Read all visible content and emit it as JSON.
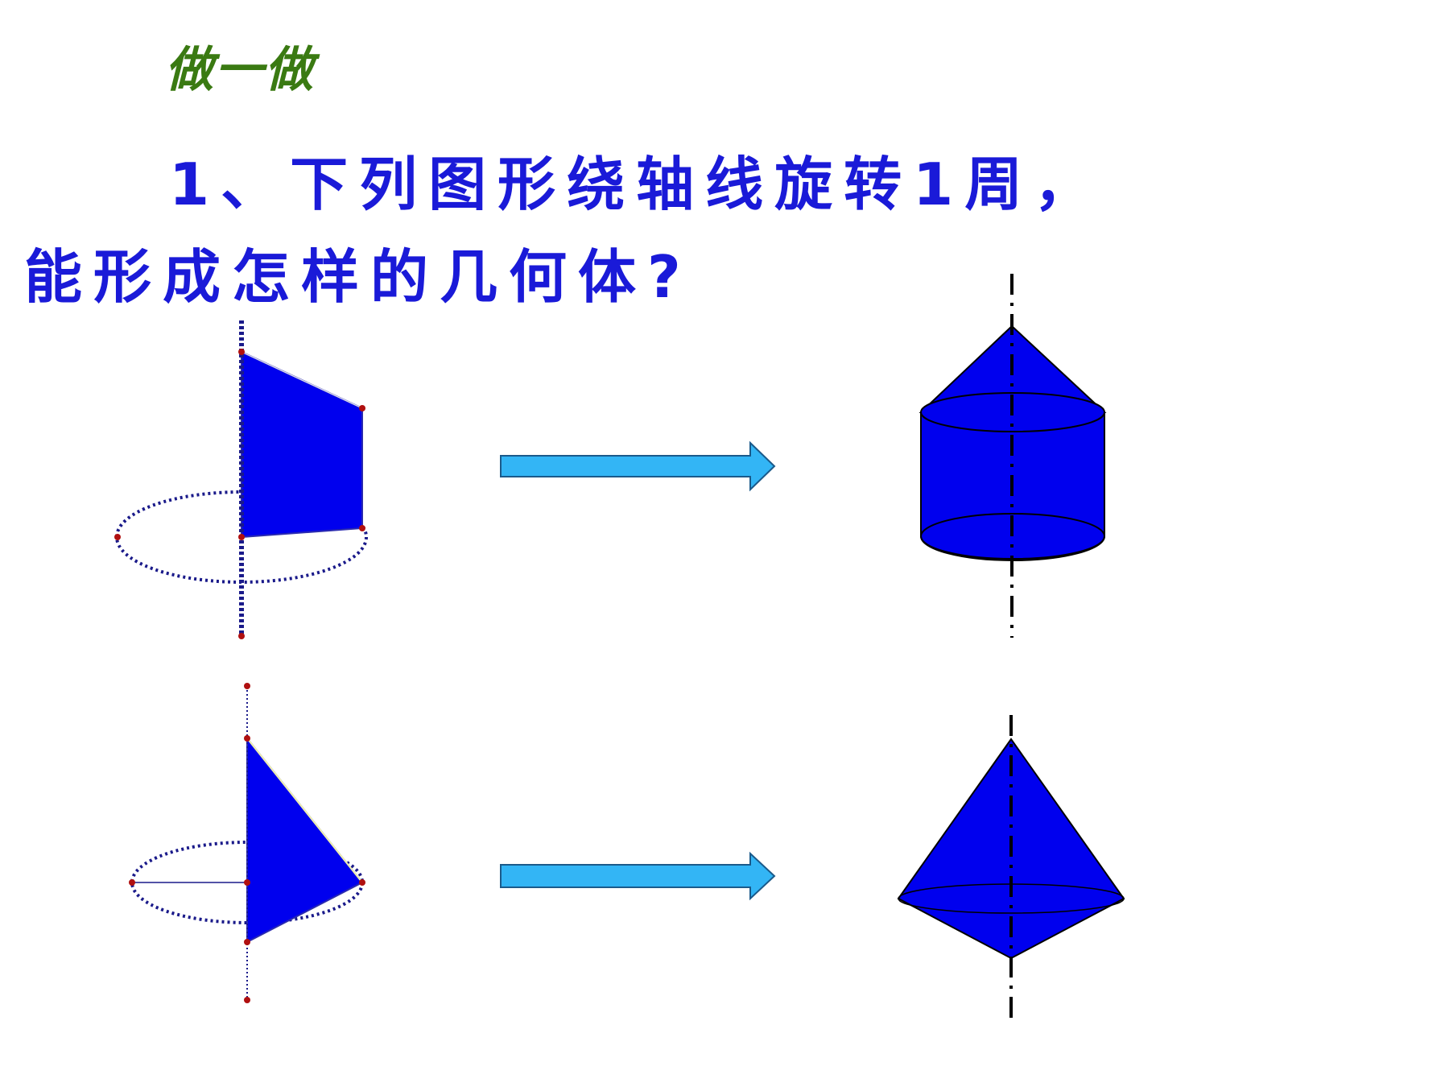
{
  "heading": "做一做",
  "question": {
    "line1": "1、下列图形绕轴线旋转1周，",
    "line2": "能形成怎样的几何体?"
  },
  "colors": {
    "heading": "#3a7a12",
    "question_text": "#1a1ad8",
    "shape_fill": "#0000ee",
    "shape_stroke": "#000066",
    "arrow_fill": "#33b5f5",
    "arrow_stroke": "#1b5a8a",
    "axis": "#1a1a8a",
    "point": "#b01010"
  },
  "icons": [
    "right-arrow-icon",
    "right-arrow-icon"
  ]
}
